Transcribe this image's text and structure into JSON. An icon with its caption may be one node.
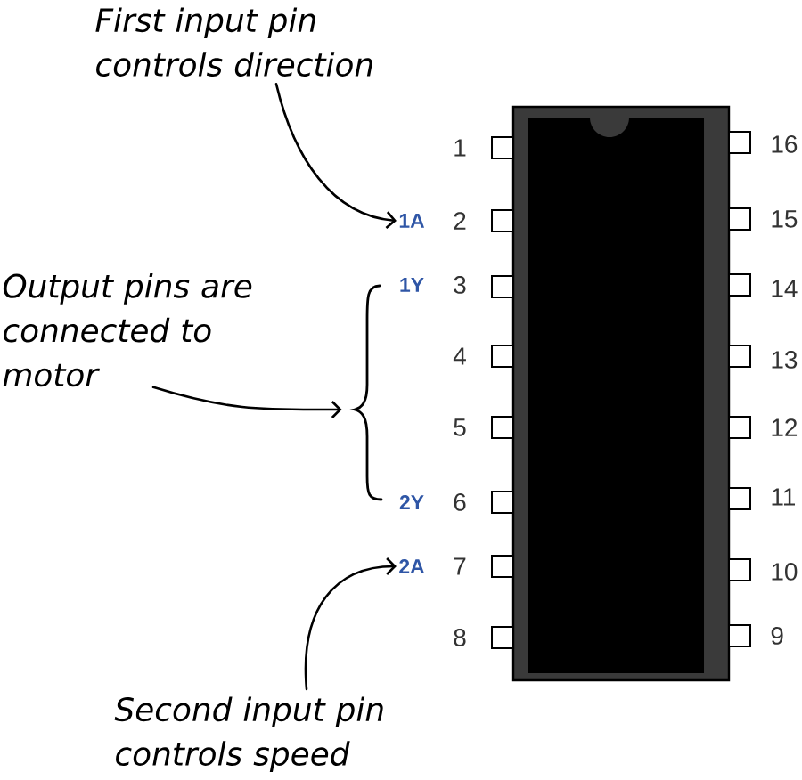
{
  "diagram": {
    "nodes": [
      {
        "text": [
          "First input pin controls direction"
        ]
      },
      {
        "text": [
          "1A"
        ]
      },
      {
        "text": [
          "Output pins are connected to motor"
        ]
      },
      {
        "text": [],
        "shape": "brace"
      },
      {
        "text": [
          "2A"
        ]
      },
      {
        "text": [
          "Second input pin controls speed"
        ]
      }
    ],
    "edges": [
      {
        "from": 0,
        "to": 1,
        "arrow": "to"
      },
      {
        "from": 2,
        "to": 3,
        "arrow": "to"
      },
      {
        "from": 5,
        "to": 4,
        "arrow": "to"
      }
    ],
    "labels": [
      "1",
      "16",
      "2",
      "15",
      "1Y",
      "3",
      "14",
      "4",
      "13",
      "5",
      "12",
      "2Y",
      "6",
      "11",
      "7",
      "10",
      "8",
      "9"
    ]
  }
}
